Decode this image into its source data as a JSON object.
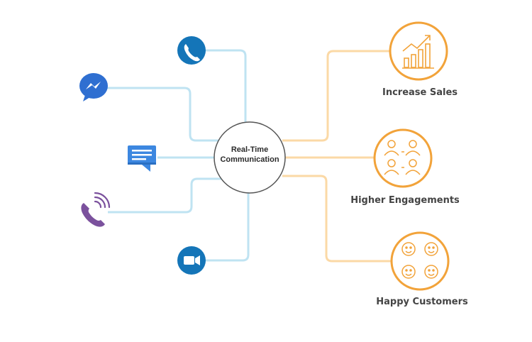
{
  "center": {
    "line1": "Real-Time",
    "line2": "Communication"
  },
  "channels": [
    {
      "icon": "phone-icon"
    },
    {
      "icon": "messenger-icon"
    },
    {
      "icon": "chat-message-icon"
    },
    {
      "icon": "viber-icon"
    },
    {
      "icon": "video-camera-icon"
    }
  ],
  "outcomes": [
    {
      "label": "Increase Sales",
      "icon": "growth-chart-icon"
    },
    {
      "label": "Higher Engagements",
      "icon": "people-group-icon"
    },
    {
      "label": "Happy Customers",
      "icon": "smiley-faces-icon"
    }
  ],
  "colors": {
    "channel_line": "#bfe3f2",
    "outcome_line": "#fbd9a6",
    "outcome_accent": "#f2a33a",
    "center_border": "#555555",
    "phone_blue": "#1475b8",
    "messenger_blue": "#2f6fd1",
    "chat_blue": "#3c87e0",
    "viber_purple": "#7b519d",
    "video_blue": "#1475b8",
    "label_text": "#444444"
  }
}
